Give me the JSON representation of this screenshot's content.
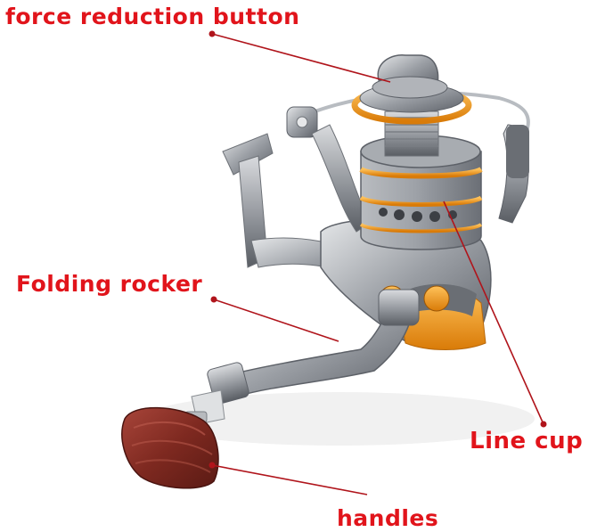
{
  "labels": {
    "force_reduction": "force reduction button",
    "folding_rocker": "Folding rocker",
    "line_cup": "Line cup",
    "handles": "handles"
  },
  "colors": {
    "label_text": "#e1141b",
    "callout_line": "#b0141b",
    "background": "#ffffff",
    "metal_light": "#c7c9cc",
    "metal_mid": "#8f9399",
    "metal_dark": "#555960",
    "gold_accent": "#f29a1d",
    "wood": "#8b2e24"
  },
  "icons": {
    "product": "spinning-fishing-reel-icon"
  }
}
